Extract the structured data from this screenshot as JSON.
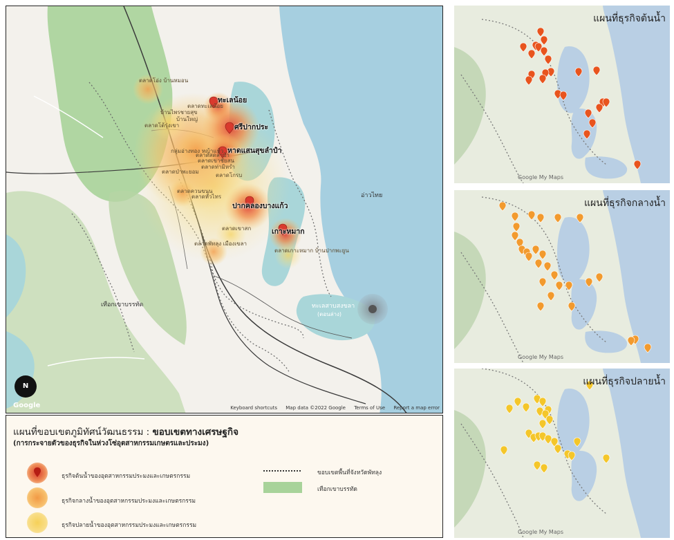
{
  "main_map": {
    "hotspots": [
      {
        "name": "ทะเลน้อย"
      },
      {
        "name": "ศรีปากประ"
      },
      {
        "name": "หาดแสนสุขลำปำ"
      },
      {
        "name": "ปากคลองบางแก้ว"
      },
      {
        "name": "เกาะหมาก"
      }
    ],
    "place_labels": [
      {
        "text": "ตลาดโอ่ง บ้านหมอน"
      },
      {
        "text": "ตลาดทะเลน้อย"
      },
      {
        "text": "บ้านไพรชายสุข"
      },
      {
        "text": "บ้านใหญ่"
      },
      {
        "text": "ตลาดโต้รุ่งเขา"
      },
      {
        "text": "กลุ่มอ่างทอง หญ้าแห้ว"
      },
      {
        "text": "ตลาดสดลำปำ"
      },
      {
        "text": "ตลาดเขาชัยสน"
      },
      {
        "text": "ตลาดท่ามิหรำ"
      },
      {
        "text": "ตลาดป่าพะยอม"
      },
      {
        "text": "ตลาดโกรบ"
      },
      {
        "text": "ตลาดควนขนุน"
      },
      {
        "text": "ตลาดหัวไทร"
      },
      {
        "text": "ตลาดเขาสก"
      },
      {
        "text": "ตลาดพัทลุง เมืองเขลา"
      },
      {
        "text": "ตลาดเกาะหมาก บ้านปากพะยูน"
      }
    ],
    "region_labels": {
      "bay": "อ่าวไทย",
      "mountain": "เทือกเขาบรรทัด",
      "lake": "ทะเลสาบสงขลา",
      "lake_sub": "(ตอนล่าง)"
    },
    "north_label": "N",
    "google_logo": "Google",
    "attribution": {
      "shortcuts": "Keyboard shortcuts",
      "data": "Map data ©2022 Google",
      "terms": "Terms of Use",
      "report": "Report a map error"
    }
  },
  "legend": {
    "title_prefix": "แผนที่ขอบเขตภูมิทัศน์วัฒนธรรม :",
    "title_bold": "ขอบเขตทางเศรษฐกิจ",
    "subtitle": "(การกระจายตัวของธุรกิจในห่วงโซ่อุตสาหกรรมเกษตรและประมง)",
    "items": [
      {
        "label": "ธุรกิจต้นน้ำของอุตสาหกรรมประมงและเกษตรกรรม",
        "color": "#e0503a"
      },
      {
        "label": "ธุรกิจกลางน้ำของอุตสาหกรรมประมงและเกษตรกรรม",
        "color": "#f2a95a"
      },
      {
        "label": "ธุรกิจปลายน้ำของอุตสาหกรรมประมงและเกษตรกรรม",
        "color": "#f6d35f"
      }
    ],
    "boundary_label": "ขอบเขตพื้นที่จังหวัดพัทลุง",
    "forest_label": "เทือกเขาบรรทัด",
    "forest_color": "#a8d39a"
  },
  "thumbnails": [
    {
      "title": "แผนที่ธุรกิจต้นน้ำ",
      "pin_color": "#e8541e",
      "logo": "Google My Maps"
    },
    {
      "title": "แผนที่ธุรกิจกลางน้ำ",
      "pin_color": "#f29a2e",
      "logo": "Google My Maps"
    },
    {
      "title": "แผนที่ธุรกิจปลายน้ำ",
      "pin_color": "#f4c62a",
      "logo": "Google My Maps"
    }
  ],
  "colors": {
    "water": "#a9d6d9",
    "sea": "#a6cfe0",
    "forest": "#a8d39a",
    "land": "#f3f1ec"
  }
}
